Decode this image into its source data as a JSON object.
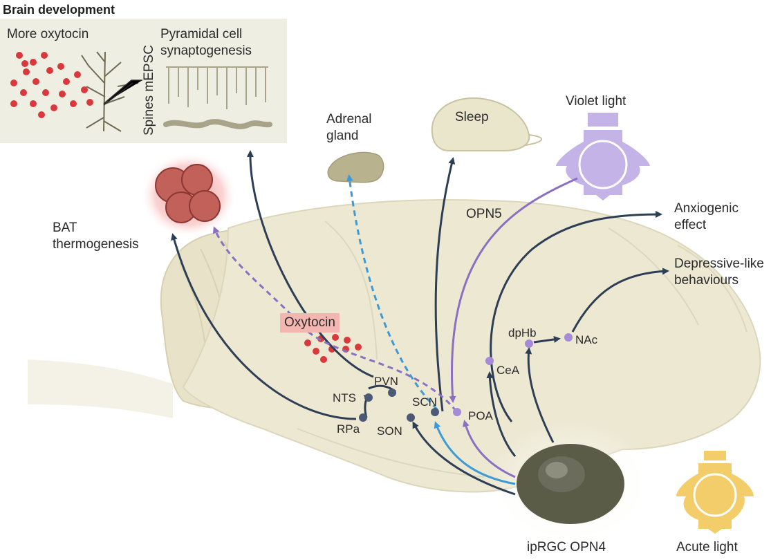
{
  "panel": {
    "title": "Brain development",
    "oxytocin_heading": "More oxytocin",
    "pyramidal_heading": "Pyramidal cell\nsynaptogenesis",
    "vertical_label": "Spines mEPSC"
  },
  "labels": {
    "adrenal": "Adrenal\ngland",
    "sleep": "Sleep",
    "violet_light": "Violet light",
    "opn5": "OPN5",
    "anxiogenic": "Anxiogenic\neffect",
    "depressive": "Depressive-like\nbehaviours",
    "bat": "BAT\nthermogenesis",
    "oxytocin": "Oxytocin",
    "pvn": "PVN",
    "nts": "NTS",
    "rpa": "RPa",
    "son": "SON",
    "scn": "SCN",
    "poa": "POA",
    "cea": "CeA",
    "dphb": "dpHb",
    "nac": "NAc",
    "iprgc": "ipRGC OPN4",
    "acute_light": "Acute light"
  },
  "colors": {
    "navy": "#2d3e55",
    "purple": "#8a6fc2",
    "light_purple": "#c3b3e6",
    "sky_blue": "#3d9ad6",
    "red": "#d9383d",
    "brain": "#ece8d2",
    "brain_outline": "#dcd6bb",
    "panel_bg": "#efeee2",
    "bulb_yellow": "#f3cd6a"
  }
}
